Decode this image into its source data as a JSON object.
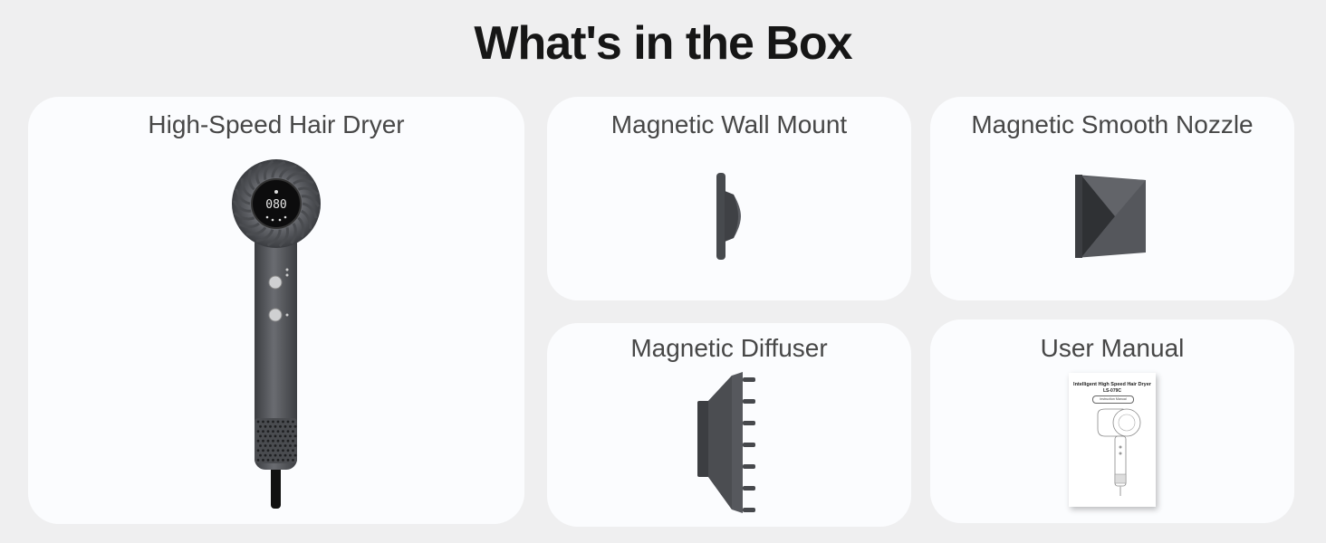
{
  "heading": "What's in the Box",
  "items": [
    {
      "label": "High-Speed Hair Dryer",
      "icon": "hair-dryer-icon"
    },
    {
      "label": "Magnetic Wall Mount",
      "icon": "wall-mount-icon"
    },
    {
      "label": "Magnetic Smooth Nozzle",
      "icon": "smooth-nozzle-icon"
    },
    {
      "label": "Magnetic Diffuser",
      "icon": "diffuser-icon"
    },
    {
      "label": "User Manual",
      "icon": "user-manual-icon"
    }
  ],
  "dryer_display": {
    "readout": "080"
  },
  "manual": {
    "title": "Intelligent High Speed Hair Dryer",
    "model": "LS-079C",
    "pill": "Instruction Manual"
  },
  "colors": {
    "background": "#efeff0",
    "card": "#fbfcfe",
    "product": "#54565b",
    "heading": "#161616",
    "label": "#474747"
  }
}
